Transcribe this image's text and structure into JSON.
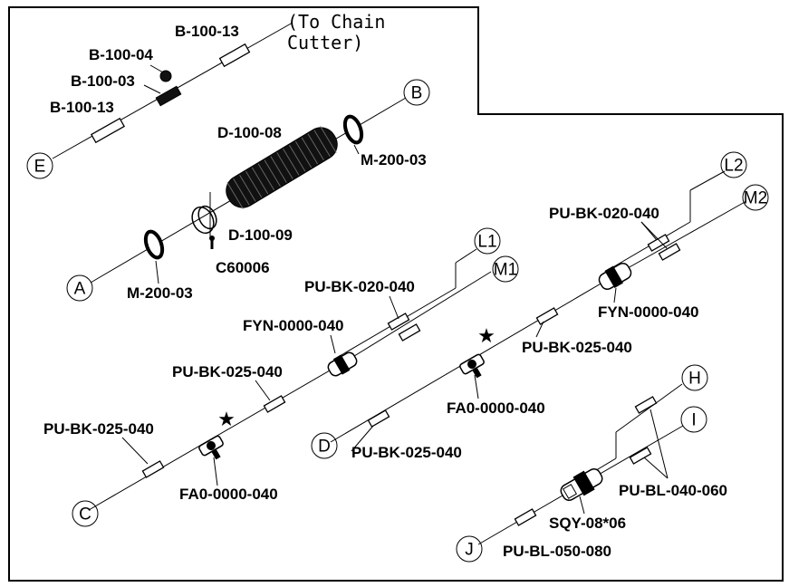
{
  "title": "",
  "connectors": {
    "A": "A",
    "B": "B",
    "C": "C",
    "D": "D",
    "E": "E",
    "H": "H",
    "I": "I",
    "J": "J",
    "L1": "L1",
    "L2": "L2",
    "M1": "M1",
    "M2": "M2"
  },
  "note": {
    "line1": "(To Chain",
    "line2": "Cutter)"
  },
  "parts": {
    "b100_13_top": "B-100-13",
    "b100_04": "B-100-04",
    "b100_03": "B-100-03",
    "b100_13_left": "B-100-13",
    "d100_08": "D-100-08",
    "m200_03_right": "M-200-03",
    "d100_09": "D-100-09",
    "c60006": "C60006",
    "m200_03_left": "M-200-03",
    "pubk020_mid": "PU-BK-020-040",
    "fyn_mid": "FYN-0000-040",
    "pubk025_mid": "PU-BK-025-040",
    "pubk025_left": "PU-BK-025-040",
    "fa0_left": "FA0-0000-040",
    "pubk020_right": "PU-BK-020-040",
    "fyn_right": "FYN-0000-040",
    "pubk025_right": "PU-BK-025-040",
    "fa0_right": "FA0-0000-040",
    "pubk025_center": "PU-BK-025-040",
    "publ040": "PU-BL-040-060",
    "sqy": "SQY-08*06",
    "publ050": "PU-BL-050-080"
  }
}
